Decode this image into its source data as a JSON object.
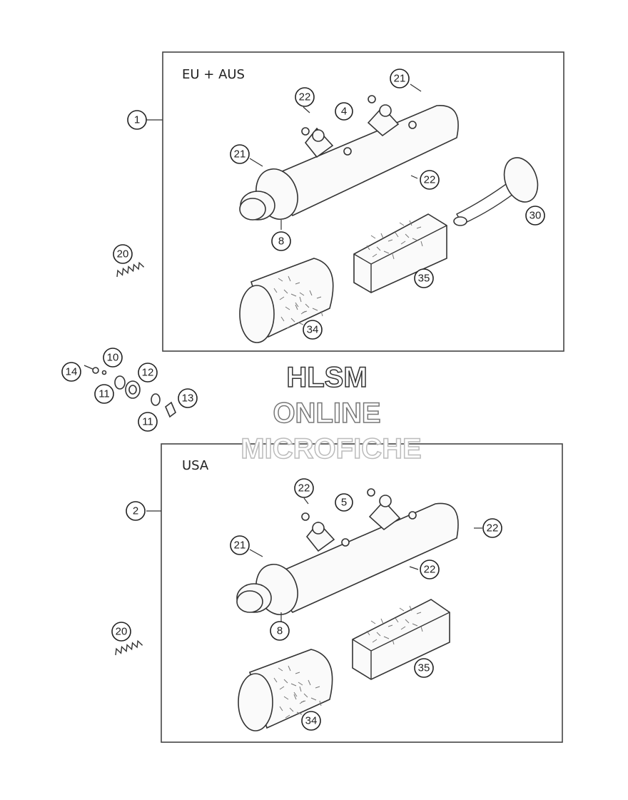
{
  "regions": {
    "top_label": "EU + AUS",
    "bottom_label": "USA"
  },
  "callouts": {
    "c1": "1",
    "c2": "2",
    "c4": "4",
    "c5": "5",
    "c8a": "8",
    "c8b": "8",
    "c10": "10",
    "c11a": "11",
    "c11b": "11",
    "c12": "12",
    "c13": "13",
    "c14": "14",
    "c20a": "20",
    "c20b": "20",
    "c21a": "21",
    "c21b": "21",
    "c21c": "21",
    "c22a": "22",
    "c22b": "22",
    "c22c": "22",
    "c22d": "22",
    "c22e": "22",
    "c30": "30",
    "c34a": "34",
    "c34b": "34",
    "c35a": "35",
    "c35b": "35"
  },
  "watermark": {
    "line1": "HLSM",
    "line2": "ONLINE",
    "line3": "MICROFICHE",
    "colors": {
      "line1": "#333333",
      "line2": "#777777",
      "line3": "#bbbbbb"
    }
  },
  "icons": {
    "muffler": "muffler-icon",
    "end_cap": "end-cap-icon",
    "spring": "spring-icon",
    "packing": "packing-icon",
    "insert_pipe": "insert-pipe-icon"
  }
}
